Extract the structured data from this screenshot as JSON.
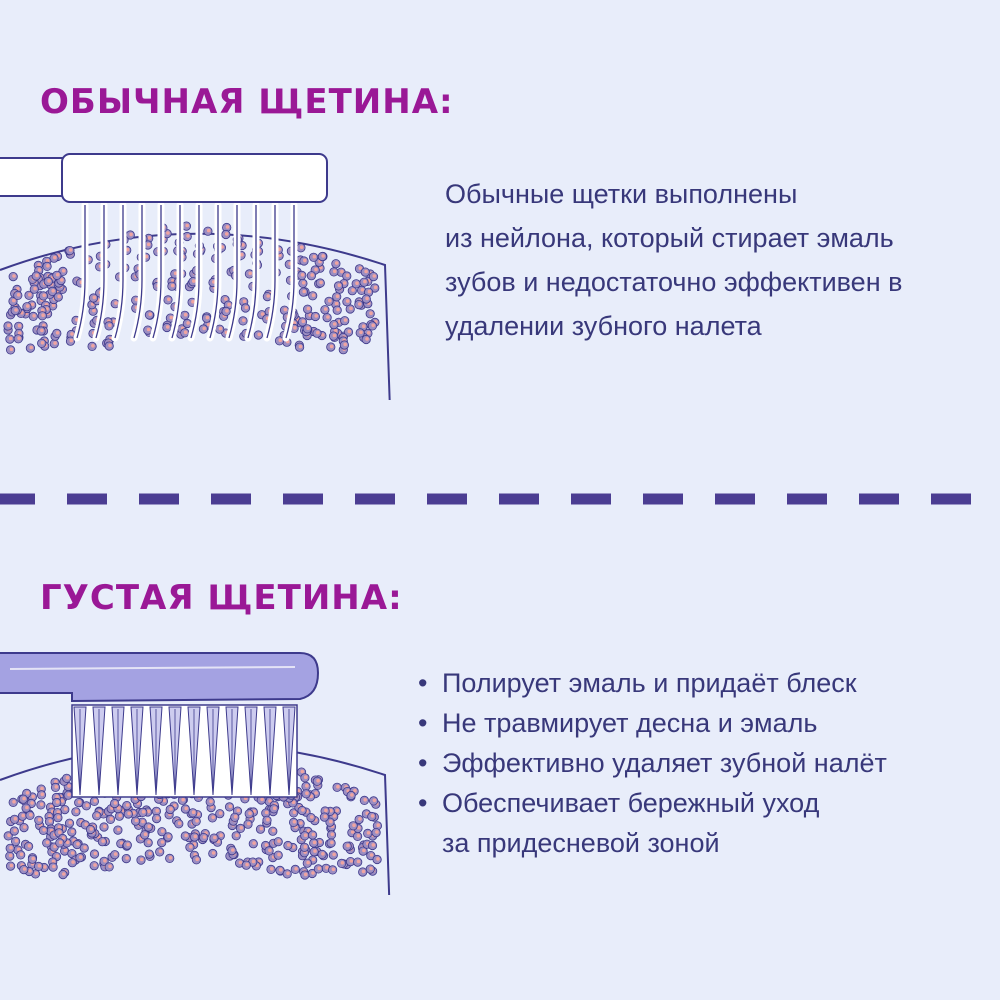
{
  "palette": {
    "background": "#e8edfa",
    "heading": "#9a1896",
    "text": "#38387a",
    "outline": "#3d3a8c",
    "granule_fill": "#9c8ec2",
    "granule_dot": "#f0a4a0",
    "dense_handle": "#a4a2e2"
  },
  "sections": {
    "regular": {
      "heading": "ОБЫЧНАЯ ЩЕТИНА:",
      "description_lines": [
        "Обычные щетки выполнены",
        "из нейлона, который стирает эмаль",
        "зубов и недостаточно эффективен в",
        "удалении зубного налета"
      ],
      "illustration_icon": "sparse-bristle-toothbrush-icon"
    },
    "dense": {
      "heading": "ГУСТАЯ ЩЕТИНА:",
      "bullet": "•",
      "benefit_lines": [
        "Полирует эмаль и придаёт блеск",
        "Не травмирует десна и эмаль",
        "Эффективно удаляет зубной налёт",
        "Обеспечивает бережный уход",
        "за придесневой зоной"
      ],
      "illustration_icon": "dense-bristle-toothbrush-icon"
    }
  }
}
